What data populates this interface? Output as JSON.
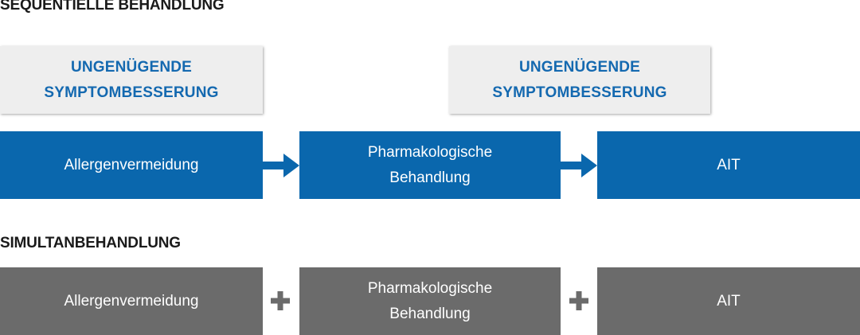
{
  "sequential": {
    "heading": "SEQUENTIELLE BEHANDLUNG",
    "notes": [
      "UNGENÜGENDE\nSYMPTOMBESSERUNG",
      "UNGENÜGENDE\nSYMPTOMBESSERUNG"
    ],
    "steps": [
      "Allergenvermeidung",
      "Pharmakologische\nBehandlung",
      "AIT"
    ],
    "connector_icon": "arrow-right-icon"
  },
  "simultaneous": {
    "heading": "SIMULTANBEHANDLUNG",
    "steps": [
      "Allergenvermeidung",
      "Pharmakologische\nBehandlung",
      "AIT"
    ],
    "connector_icon": "plus-icon"
  },
  "colors": {
    "blue_box": "#0a67ad",
    "grey_box": "#6b6b6b",
    "note_background": "#eeeeee",
    "note_text": "#1469b0",
    "heading_text": "#1a1a1a"
  }
}
